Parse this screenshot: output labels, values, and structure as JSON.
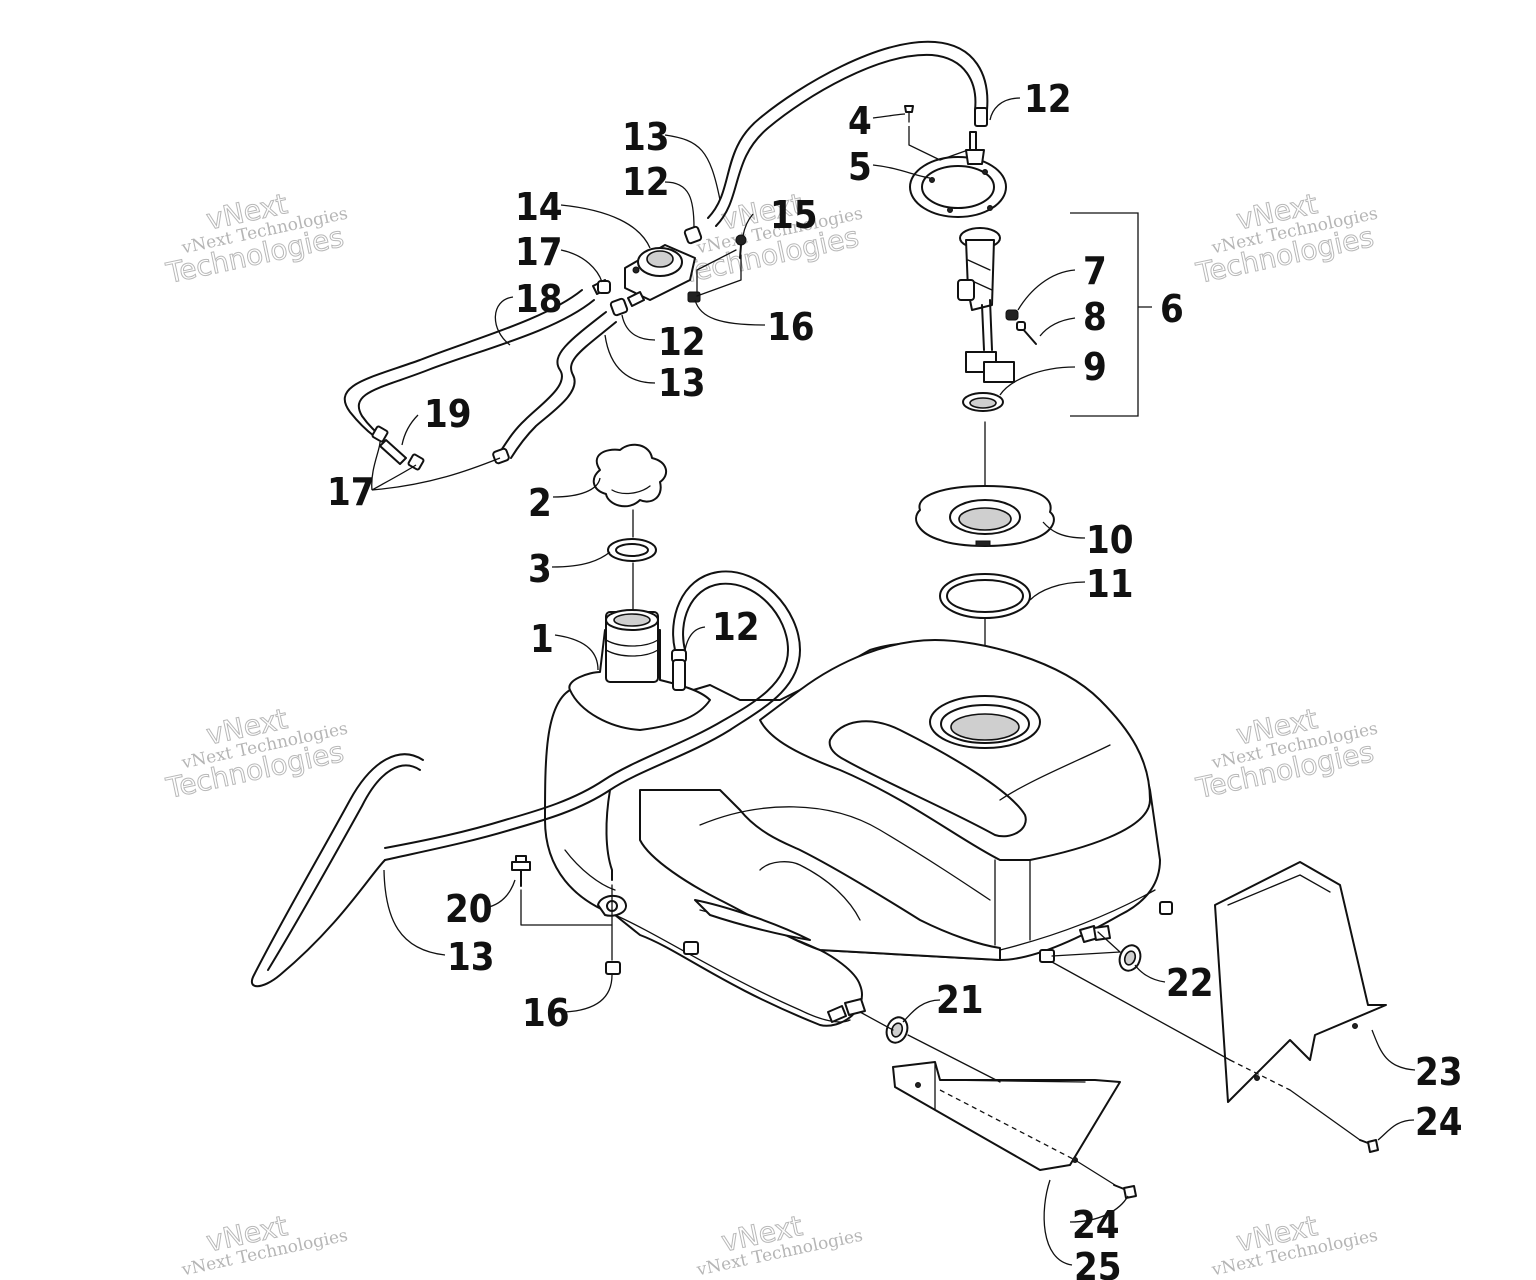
{
  "watermark": {
    "brand": "vNext",
    "line": "vNext Technologies",
    "word": "Technologies"
  },
  "callouts": [
    {
      "id": "c1",
      "text": "1"
    },
    {
      "id": "c2",
      "text": "2"
    },
    {
      "id": "c3",
      "text": "3"
    },
    {
      "id": "c4",
      "text": "4"
    },
    {
      "id": "c5",
      "text": "5"
    },
    {
      "id": "c6",
      "text": "6"
    },
    {
      "id": "c7",
      "text": "7"
    },
    {
      "id": "c8",
      "text": "8"
    },
    {
      "id": "c9",
      "text": "9"
    },
    {
      "id": "c10",
      "text": "10"
    },
    {
      "id": "c11",
      "text": "11"
    },
    {
      "id": "c12a",
      "text": "12"
    },
    {
      "id": "c12b",
      "text": "12"
    },
    {
      "id": "c12c",
      "text": "12"
    },
    {
      "id": "c12d",
      "text": "12"
    },
    {
      "id": "c13a",
      "text": "13"
    },
    {
      "id": "c13b",
      "text": "13"
    },
    {
      "id": "c13c",
      "text": "13"
    },
    {
      "id": "c14",
      "text": "14"
    },
    {
      "id": "c15",
      "text": "15"
    },
    {
      "id": "c16a",
      "text": "16"
    },
    {
      "id": "c16b",
      "text": "16"
    },
    {
      "id": "c17a",
      "text": "17"
    },
    {
      "id": "c17b",
      "text": "17"
    },
    {
      "id": "c18",
      "text": "18"
    },
    {
      "id": "c19",
      "text": "19"
    },
    {
      "id": "c20",
      "text": "20"
    },
    {
      "id": "c21",
      "text": "21"
    },
    {
      "id": "c22",
      "text": "22"
    },
    {
      "id": "c23",
      "text": "23"
    },
    {
      "id": "c24a",
      "text": "24"
    },
    {
      "id": "c24b",
      "text": "24"
    },
    {
      "id": "c25",
      "text": "25"
    }
  ]
}
